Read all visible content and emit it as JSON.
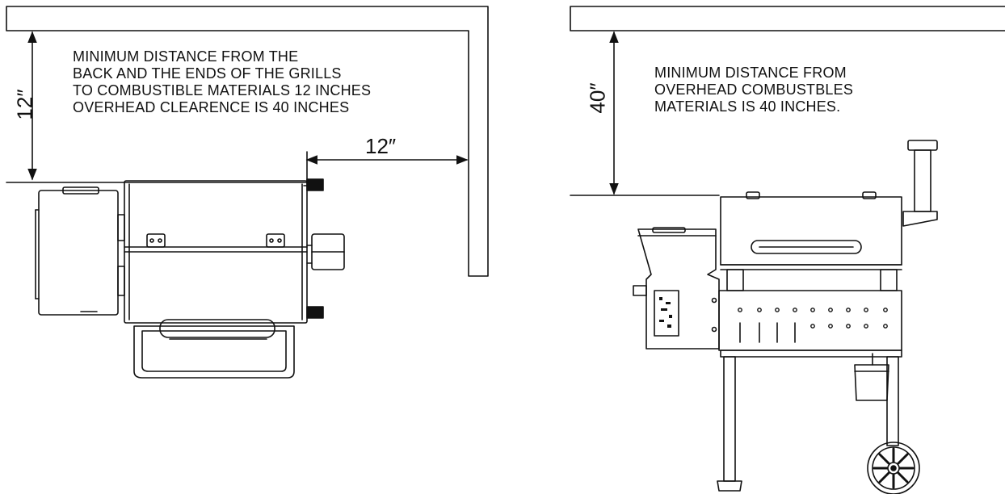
{
  "left_diagram": {
    "note_lines": [
      "MINIMUM DISTANCE FROM THE",
      "BACK AND THE ENDS OF THE GRILLS",
      "TO COMBUSTIBLE MATERIALS 12 INCHES",
      "OVERHEAD CLEARENCE IS 40 INCHES"
    ],
    "vertical_dimension": "12″",
    "horizontal_dimension": "12″"
  },
  "right_diagram": {
    "note_lines": [
      "MINIMUM DISTANCE FROM",
      "OVERHEAD COMBUSTBLES",
      "MATERIALS IS 40 INCHES."
    ],
    "vertical_dimension": "40″"
  },
  "colors": {
    "line": "#111111",
    "background": "#ffffff"
  }
}
